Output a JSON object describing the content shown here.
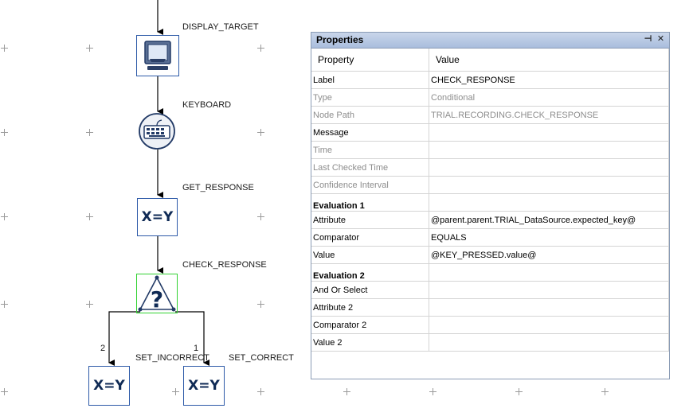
{
  "flow": {
    "nodes": {
      "display_target": {
        "label": "DISPLAY_TARGET",
        "icon": "monitor-icon"
      },
      "keyboard": {
        "label": "KEYBOARD",
        "icon": "keyboard-icon"
      },
      "get_response": {
        "label": "GET_RESPONSE",
        "text": "X=Y"
      },
      "check_response": {
        "label": "CHECK_RESPONSE",
        "icon": "question-icon"
      },
      "set_incorrect": {
        "label": "SET_INCORRECT",
        "text": "X=Y",
        "branch": "2"
      },
      "set_correct": {
        "label": "SET_CORRECT",
        "text": "X=Y",
        "branch": "1"
      }
    }
  },
  "properties": {
    "title": "Properties",
    "pin_glyph": "⊣",
    "close_glyph": "✕",
    "columns": {
      "property": "Property",
      "value": "Value"
    },
    "rows": [
      {
        "key": "Label",
        "value": "CHECK_RESPONSE",
        "dim": false
      },
      {
        "key": "Type",
        "value": "Conditional",
        "dim": true
      },
      {
        "key": "Node Path",
        "value": "TRIAL.RECORDING.CHECK_RESPONSE",
        "dim": true
      },
      {
        "key": "Message",
        "value": "",
        "dim": false
      },
      {
        "key": "Time",
        "value": "",
        "dim": true
      },
      {
        "key": "Last Checked Time",
        "value": "",
        "dim": true
      },
      {
        "key": "Confidence Interval",
        "value": "",
        "dim": true
      }
    ],
    "evaluation1": {
      "heading": "Evaluation 1",
      "rows": [
        {
          "key": "Attribute",
          "value": "@parent.parent.TRIAL_DataSource.expected_key@"
        },
        {
          "key": "Comparator",
          "value": "EQUALS"
        },
        {
          "key": "Value",
          "value": "@KEY_PRESSED.value@"
        }
      ]
    },
    "evaluation2": {
      "heading": "Evaluation 2",
      "rows": [
        {
          "key": "And Or Select",
          "value": ""
        },
        {
          "key": "Attribute 2",
          "value": ""
        },
        {
          "key": "Comparator 2",
          "value": ""
        },
        {
          "key": "Value 2",
          "value": ""
        }
      ]
    }
  }
}
